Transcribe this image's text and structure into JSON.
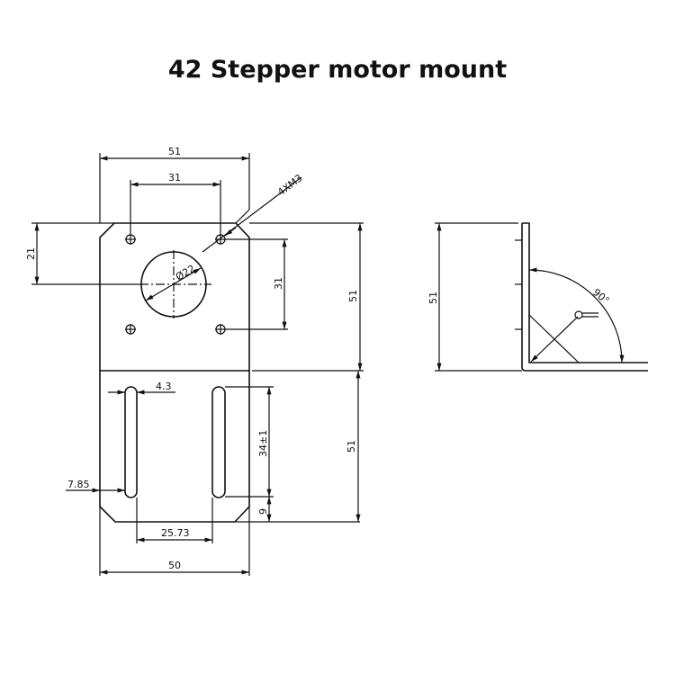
{
  "title": "42 Stepper motor mount",
  "front_view": {
    "top_width": "51",
    "hole_spacing_horizontal": "31",
    "hole_callout": "4XM3",
    "center_offset": "21",
    "bore_diameter": "Ø22",
    "hole_spacing_vertical": "31",
    "top_height": "51",
    "slot_width": "4.3",
    "slot_length": "34±1",
    "slot_bottom_offset": "9",
    "bottom_height": "51",
    "slot_edge_offset": "7.85",
    "slot_spacing": "25.73",
    "bottom_width": "50"
  },
  "side_view": {
    "height": "51",
    "angle": "90°"
  }
}
